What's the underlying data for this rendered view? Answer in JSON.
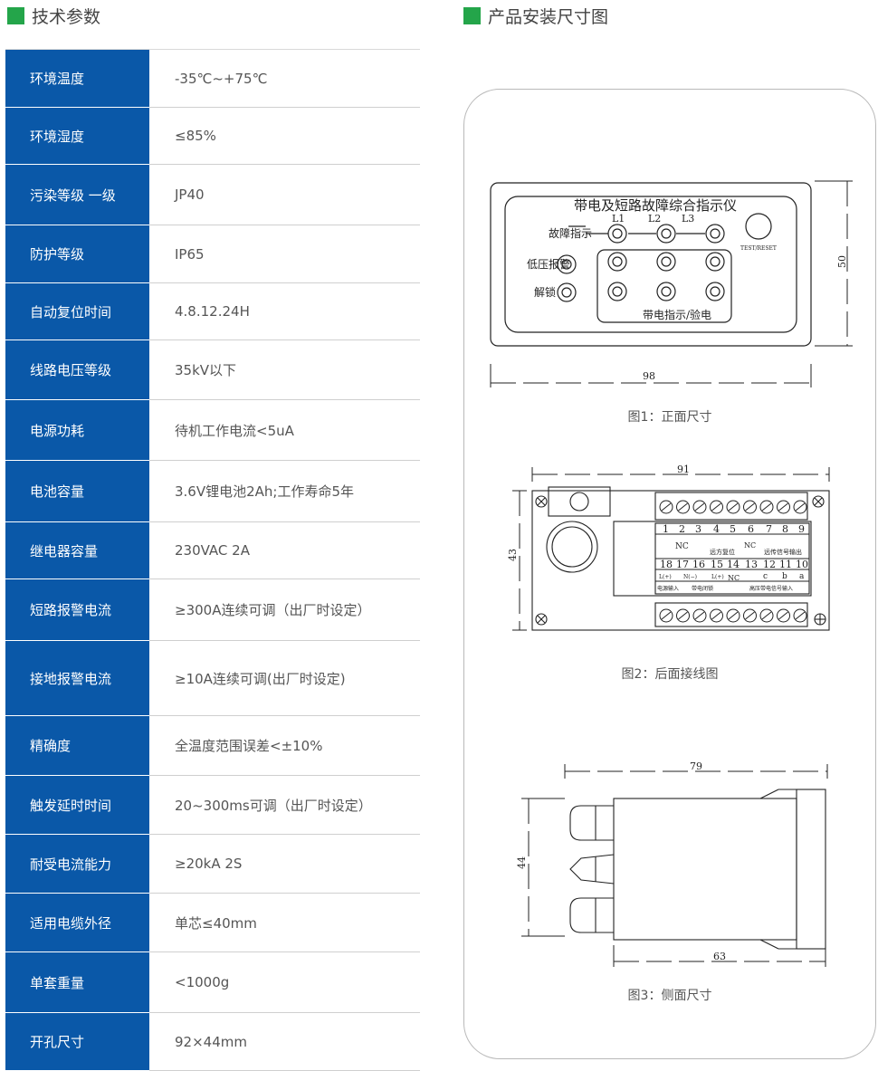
{
  "colors": {
    "accent_green": "#24a54a",
    "label_blue": "#0a58a8"
  },
  "headings": {
    "specs": "技术参数",
    "drawings": "产品安装尺寸图"
  },
  "specs": [
    {
      "label": "环境温度",
      "value": "-35℃~+75℃"
    },
    {
      "label": "环境湿度",
      "value": "≤85%"
    },
    {
      "label": "污染等级 一级",
      "value": "JP40"
    },
    {
      "label": "防护等级",
      "value": "IP65"
    },
    {
      "label": "自动复位时间",
      "value": "4.8.12.24H"
    },
    {
      "label": "线路电压等级",
      "value": "35kV以下"
    },
    {
      "label": "电源功耗",
      "value": "待机工作电流<5uA"
    },
    {
      "label": "电池容量",
      "value": "3.6V锂电池2Ah;工作寿命5年"
    },
    {
      "label": "继电器容量",
      "value": "230VAC 2A"
    },
    {
      "label": "短路报警电流",
      "value": "≥300A连续可调（出厂时设定）"
    },
    {
      "label": "接地报警电流",
      "value": "≥10A连续可调(出厂时设定)"
    },
    {
      "label": "精确度",
      "value": "全温度范围误差<±10%"
    },
    {
      "label": "触发延时时间",
      "value": "20~300ms可调（出厂时设定）"
    },
    {
      "label": "耐受电流能力",
      "value": "≥20kA 2S"
    },
    {
      "label": "适用电缆外径",
      "value": "单芯≤40mm"
    },
    {
      "label": "单套重量",
      "value": "<1000g"
    },
    {
      "label": "开孔尺寸",
      "value": "92×44mm"
    }
  ],
  "figures": {
    "front": {
      "caption": "图1：正面尺寸",
      "device_title": "带电及短路故障综合指示仪",
      "phases": [
        "L1",
        "L2",
        "L3"
      ],
      "fault_label": "故障指示",
      "low_voltage_label": "低压报警",
      "unlock_label": "解锁",
      "test_label": "TEST/RESET",
      "live_label": "带电指示/验电",
      "width_dim": "98",
      "height_dim": "50"
    },
    "rear": {
      "caption": "图2：后面接线图",
      "width_dim": "91",
      "height_dim": "43",
      "top_numbers": [
        "1",
        "2",
        "3",
        "4",
        "5",
        "6",
        "7",
        "8",
        "9"
      ],
      "bottom_numbers": [
        "18",
        "17",
        "16",
        "15",
        "14",
        "13",
        "12",
        "11",
        "10"
      ],
      "nc": "NC",
      "remote_reset": "远方复位",
      "remote_signal": "远传信号输出",
      "phase_letters": [
        "c",
        "b",
        "a"
      ],
      "l_plus": "L(+)",
      "n_minus": "N(−)",
      "power_input": "电源输入",
      "live_lock": "带电闭锁",
      "hv_input": "高压带电信号输入"
    },
    "side": {
      "caption": "图3：侧面尺寸",
      "length_dim": "79",
      "body_dim": "63",
      "height_dim": "44"
    }
  }
}
